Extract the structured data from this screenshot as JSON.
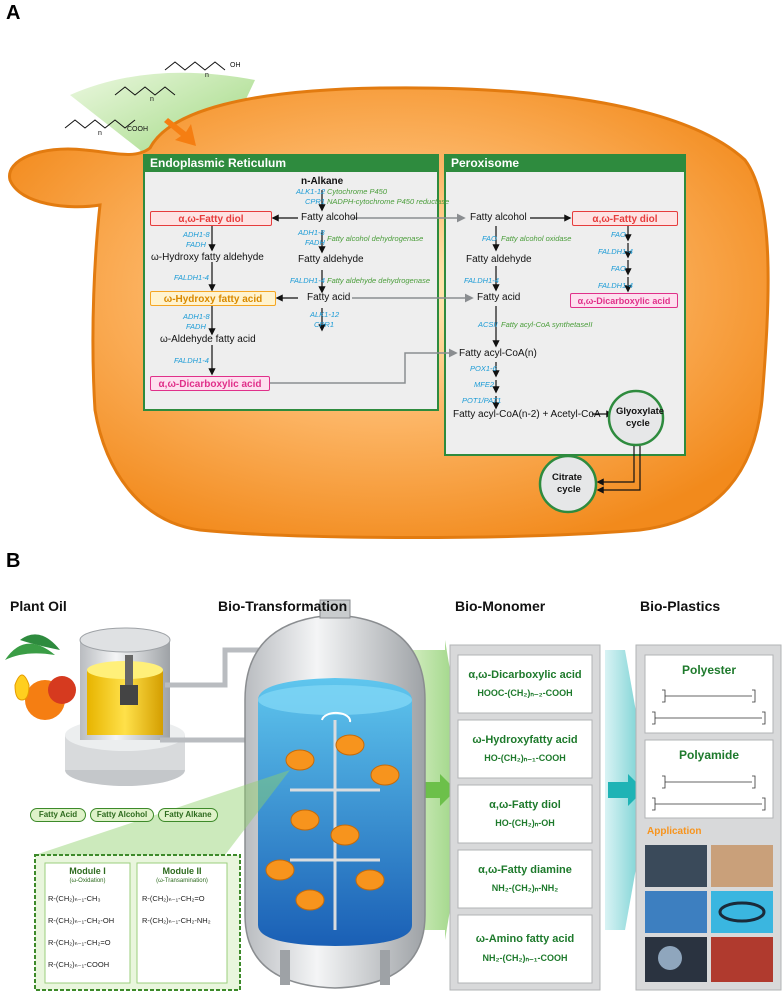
{
  "panel_a": {
    "letter": "A",
    "substrates": {
      "acid": "COOH",
      "alcohol": "OH",
      "n1": "n",
      "n2": "n",
      "n3": "n"
    },
    "er": {
      "title": "Endoplasmic Reticulum",
      "nalkane": "n-Alkane",
      "alk_cpr1": "ALK1-12",
      "alk_cpr2": "CPR1",
      "cyp": "Cytochrome P450",
      "nadph": "NADPH-cytochrome P450 reductase",
      "fatty_alcohol": "Fatty alcohol",
      "adh_fadh1": "ADH1-8",
      "adh_fadh2": "FADH",
      "fad_dh": "Fatty alcohol dehydrogenase",
      "fatty_aldehyde": "Fatty aldehyde",
      "faldh": "FALDH1-4",
      "fald_dh": "Fatty aldehyde dehydrogenase",
      "fatty_acid": "Fatty acid",
      "alk2": "ALK1-12",
      "cpr2": "CPR1",
      "diol": "α,ω-Fatty diol",
      "l_adh1": "ADH1-8",
      "l_fadh1": "FADH",
      "hydroxy_aldehyde": "ω-Hydroxy fatty aldehyde",
      "l_faldh1": "FALDH1-4",
      "hydroxy_acid": "ω-Hydroxy fatty acid",
      "l_adh2": "ADH1-8",
      "l_fadh2": "FADH",
      "aldehyde_acid": "ω-Aldehyde fatty acid",
      "l_faldh2": "FALDH1-4",
      "dicarboxylic": "α,ω-Dicarboxylic acid"
    },
    "px": {
      "title": "Peroxisome",
      "fatty_alcohol": "Fatty alcohol",
      "fao": "FAO",
      "fao_name": "Fatty alcohol oxidase",
      "fatty_aldehyde": "Fatty aldehyde",
      "faldh": "FALDH1-4",
      "fatty_acid": "Fatty acid",
      "acsii": "ACSII",
      "acs_name": "Fatty acyl-CoA synthetaseII",
      "acyl_coa": "Fatty acyl-CoA(n)",
      "pox": "POX1-6",
      "mfe": "MFE2",
      "pot": "POT1/PAT1",
      "acyl_coa2": "Fatty acyl-CoA(n-2) + Acetyl-CoA",
      "diol": "α,ω-Fatty diol",
      "r_fao1": "FAO",
      "r_faldh1": "FALDH1-4",
      "r_fao2": "FAO",
      "r_faldh2": "FALDH1-4",
      "dicarboxylic": "α,ω-Dicarboxylic acid",
      "glyoxylate1": "Glyoxylate",
      "glyoxylate2": "cycle",
      "citrate1": "Citrate",
      "citrate2": "cycle"
    }
  },
  "panel_b": {
    "letter": "B",
    "headers": {
      "plant_oil": "Plant Oil",
      "bio_transformation": "Bio-Transformation",
      "bio_monomer": "Bio-Monomer",
      "bio_plastics": "Bio-Plastics"
    },
    "chips": [
      "Fatty Acid",
      "Fatty Alcohol",
      "Fatty Alkane"
    ],
    "module1": {
      "title": "Module I",
      "sub": "(ω-Oxidation)",
      "lines": [
        "R-(CH₂)ₙ₋₁-CH₃",
        "R-(CH₂)ₙ₋₁-CH₂-OH",
        "R-(CH₂)ₙ₋₁-CH₂=O",
        "R-(CH₂)ₙ₋₁-COOH"
      ]
    },
    "module2": {
      "title": "Module II",
      "sub": "(ω-Transamination)",
      "lines": [
        "R-(CH₂)ₙ₋₁-CH₂=O",
        "R-(CH₂)ₙ₋₁-CH₂-NH₂"
      ]
    },
    "monomers": [
      {
        "name": "α,ω-Dicarboxylic acid",
        "formula": "HOOC-(CH₂)ₙ₋₂-COOH"
      },
      {
        "name": "ω-Hydroxyfatty acid",
        "formula": "HO-(CH₂)ₙ₋₁-COOH"
      },
      {
        "name": "α,ω-Fatty diol",
        "formula": "HO-(CH₂)ₙ-OH"
      },
      {
        "name": "α,ω-Fatty diamine",
        "formula": "NH₂-(CH₂)ₙ-NH₂"
      },
      {
        "name": "ω-Amino fatty acid",
        "formula": "NH₂-(CH₂)ₙ₋₁-COOH"
      }
    ],
    "plastics": {
      "polyester": "Polyester",
      "polyamide": "Polyamide",
      "application": "Application"
    }
  },
  "colors": {
    "orange": "#f7941d",
    "green": "#2e8b3e",
    "blue": "#1b9bd6",
    "red": "#e63c3c",
    "magenta": "#e0308a",
    "amber": "#f5a623"
  }
}
